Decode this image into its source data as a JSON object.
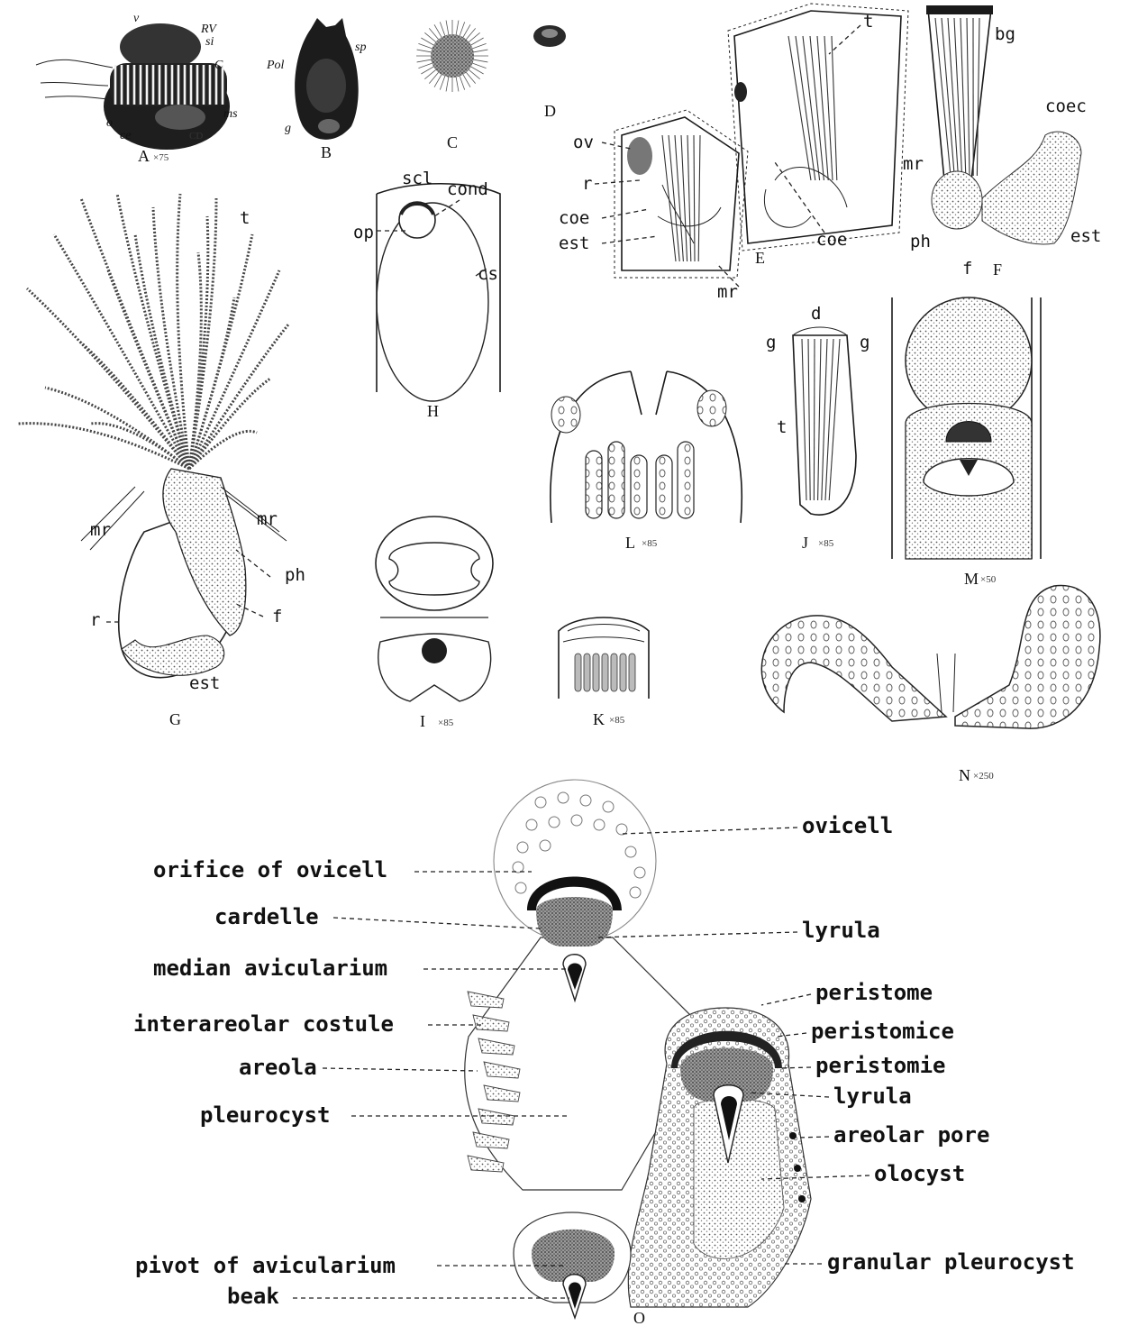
{
  "figures": {
    "A": {
      "letter": "A",
      "scale": "×75",
      "labels": [
        "v",
        "RV",
        "si",
        "C",
        "ms",
        "o",
        "ce",
        "CD"
      ]
    },
    "B": {
      "letter": "B",
      "labels": [
        "sp",
        "Pol",
        "g"
      ]
    },
    "C": {
      "letter": "C"
    },
    "D": {
      "letter": "D"
    },
    "E": {
      "letter": "E",
      "labels": [
        "ov",
        "r",
        "coe",
        "est",
        "mr",
        "coe",
        "t"
      ]
    },
    "F": {
      "letter": "F",
      "labels": [
        "bg",
        "coec",
        "mr",
        "ph",
        "f",
        "est"
      ]
    },
    "G": {
      "letter": "G",
      "labels": [
        "t",
        "mr",
        "mr",
        "ph",
        "f",
        "r",
        "est"
      ]
    },
    "H": {
      "letter": "H",
      "labels": [
        "scl",
        "cond",
        "op",
        "cs"
      ]
    },
    "I": {
      "letter": "I",
      "scale": "×85"
    },
    "J": {
      "letter": "J",
      "scale": "×85",
      "labels": [
        "d",
        "g",
        "g",
        "t"
      ]
    },
    "K": {
      "letter": "K",
      "scale": "×85"
    },
    "L": {
      "letter": "L",
      "scale": "×85"
    },
    "M": {
      "letter": "M",
      "scale": "×50"
    },
    "N": {
      "letter": "N",
      "scale": "×250"
    },
    "O": {
      "letter": "O",
      "left_labels": [
        "orifice of ovicell",
        "cardelle",
        "median avicularium",
        "interareolar costule",
        "areola",
        "pleurocyst",
        "pivot of avicularium",
        "beak"
      ],
      "right_labels": [
        "ovicell",
        "lyrula",
        "peristome",
        "peristomice",
        "peristomie",
        "lyrula",
        "areolar pore",
        "olocyst",
        "granular pleurocyst"
      ]
    }
  }
}
